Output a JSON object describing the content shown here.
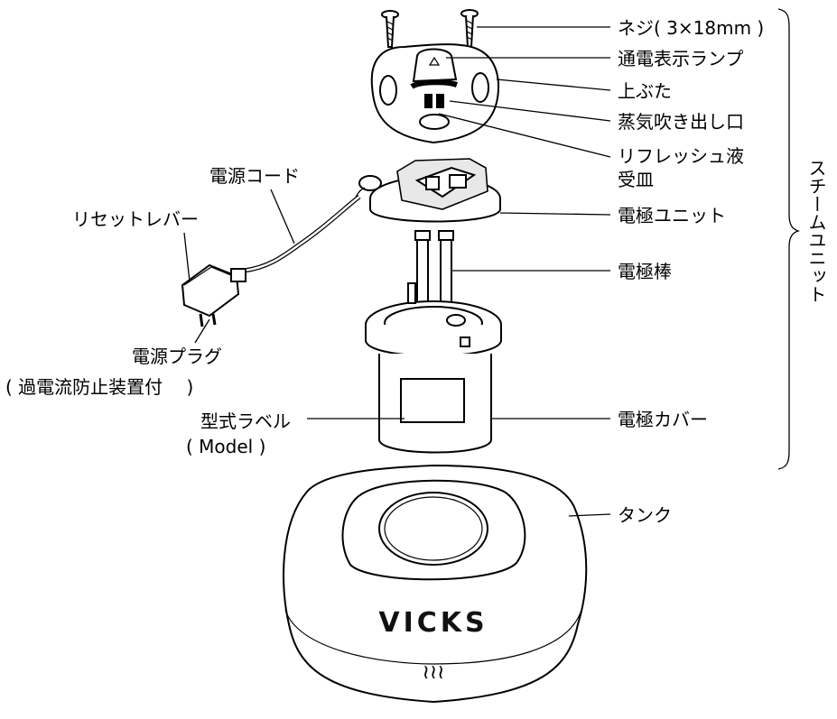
{
  "labels": {
    "screw": "ネジ( 3×18mm )",
    "lamp": "通電表示ランプ",
    "lid": "上ぶた",
    "steam_outlet": "蒸気吹き出し口",
    "refresh_tray_line1": "リフレッシュ液",
    "refresh_tray_line2": "受皿",
    "electrode_unit": "電極ユニット",
    "electrode_rod": "電極棒",
    "electrode_cover": "電極カバー",
    "tank": "タンク",
    "power_cord": "電源コード",
    "reset_lever": "リセットレバー",
    "power_plug": "電源プラグ",
    "overcurrent_note": "( 過電流防止装置付　 )",
    "model_label": "型式ラベル",
    "model_label_en": "( Model )",
    "steam_unit": "スチームユニット"
  },
  "brand": "VICKS",
  "steam_icon": "≀≀≀"
}
